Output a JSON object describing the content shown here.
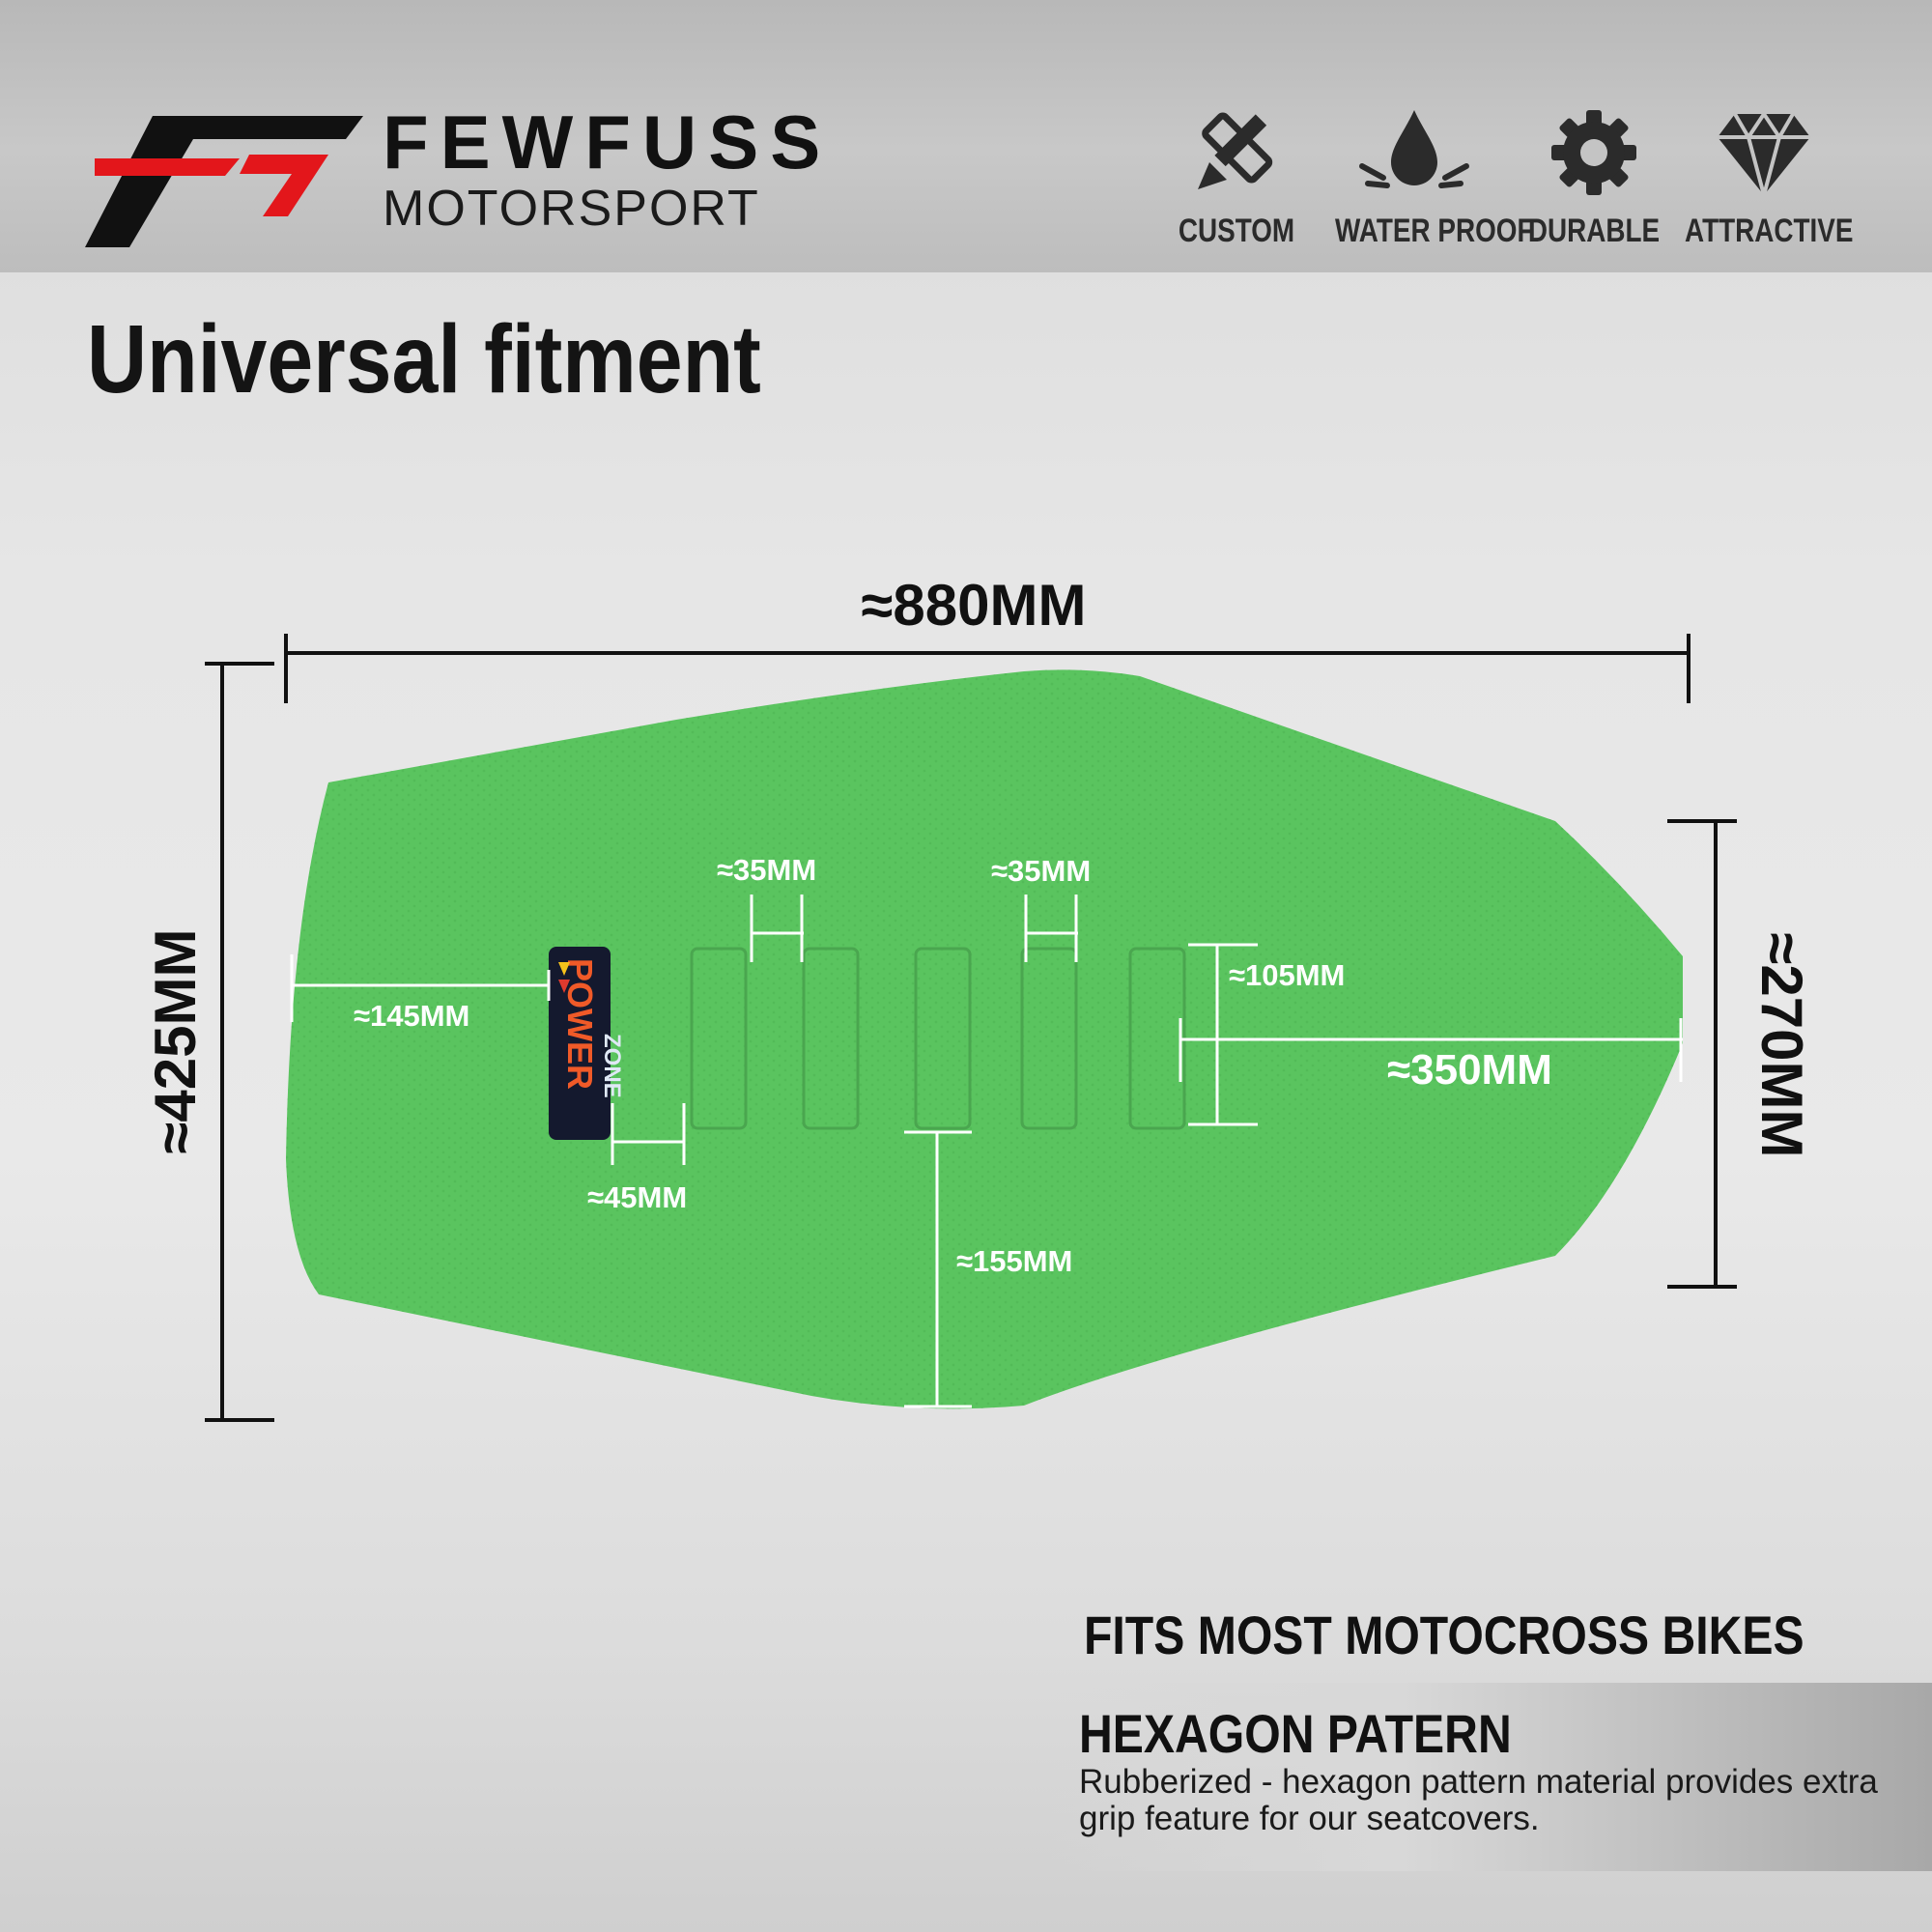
{
  "brand": {
    "name": "FEWFUSS",
    "sub": "MOTORSPORT",
    "logo_colors": {
      "dark": "#111111",
      "red": "#e3161b"
    }
  },
  "features": [
    {
      "label": "CUSTOM",
      "icon": "pencil-ruler-icon"
    },
    {
      "label": "WATER PROOF",
      "icon": "water-drop-icon"
    },
    {
      "label": "DURABLE",
      "icon": "gear-icon"
    },
    {
      "label": "ATTRACTIVE",
      "icon": "diamond-icon"
    }
  ],
  "headline": "Universal fitment",
  "product": {
    "color": "#5ac45f",
    "badge_line1": "POWER",
    "badge_line2": "ZONE"
  },
  "dimensions": {
    "overall_length": "≈880MM",
    "overall_height": "≈425MM",
    "rear_height": "≈270MM",
    "front_to_logo": "≈145MM",
    "rib_width_left": "≈35MM",
    "rib_width_right": "≈35MM",
    "logo_to_rib": "≈45MM",
    "rib_height": "≈105MM",
    "rib_to_rear": "≈350MM",
    "rib_to_bottom": "≈155MM"
  },
  "fits_text": "FITS MOST MOTOCROSS BIKES",
  "pattern": {
    "title": "HEXAGON PATERN",
    "description": "Rubberized - hexagon pattern material provides extra grip feature for our seatcovers."
  }
}
